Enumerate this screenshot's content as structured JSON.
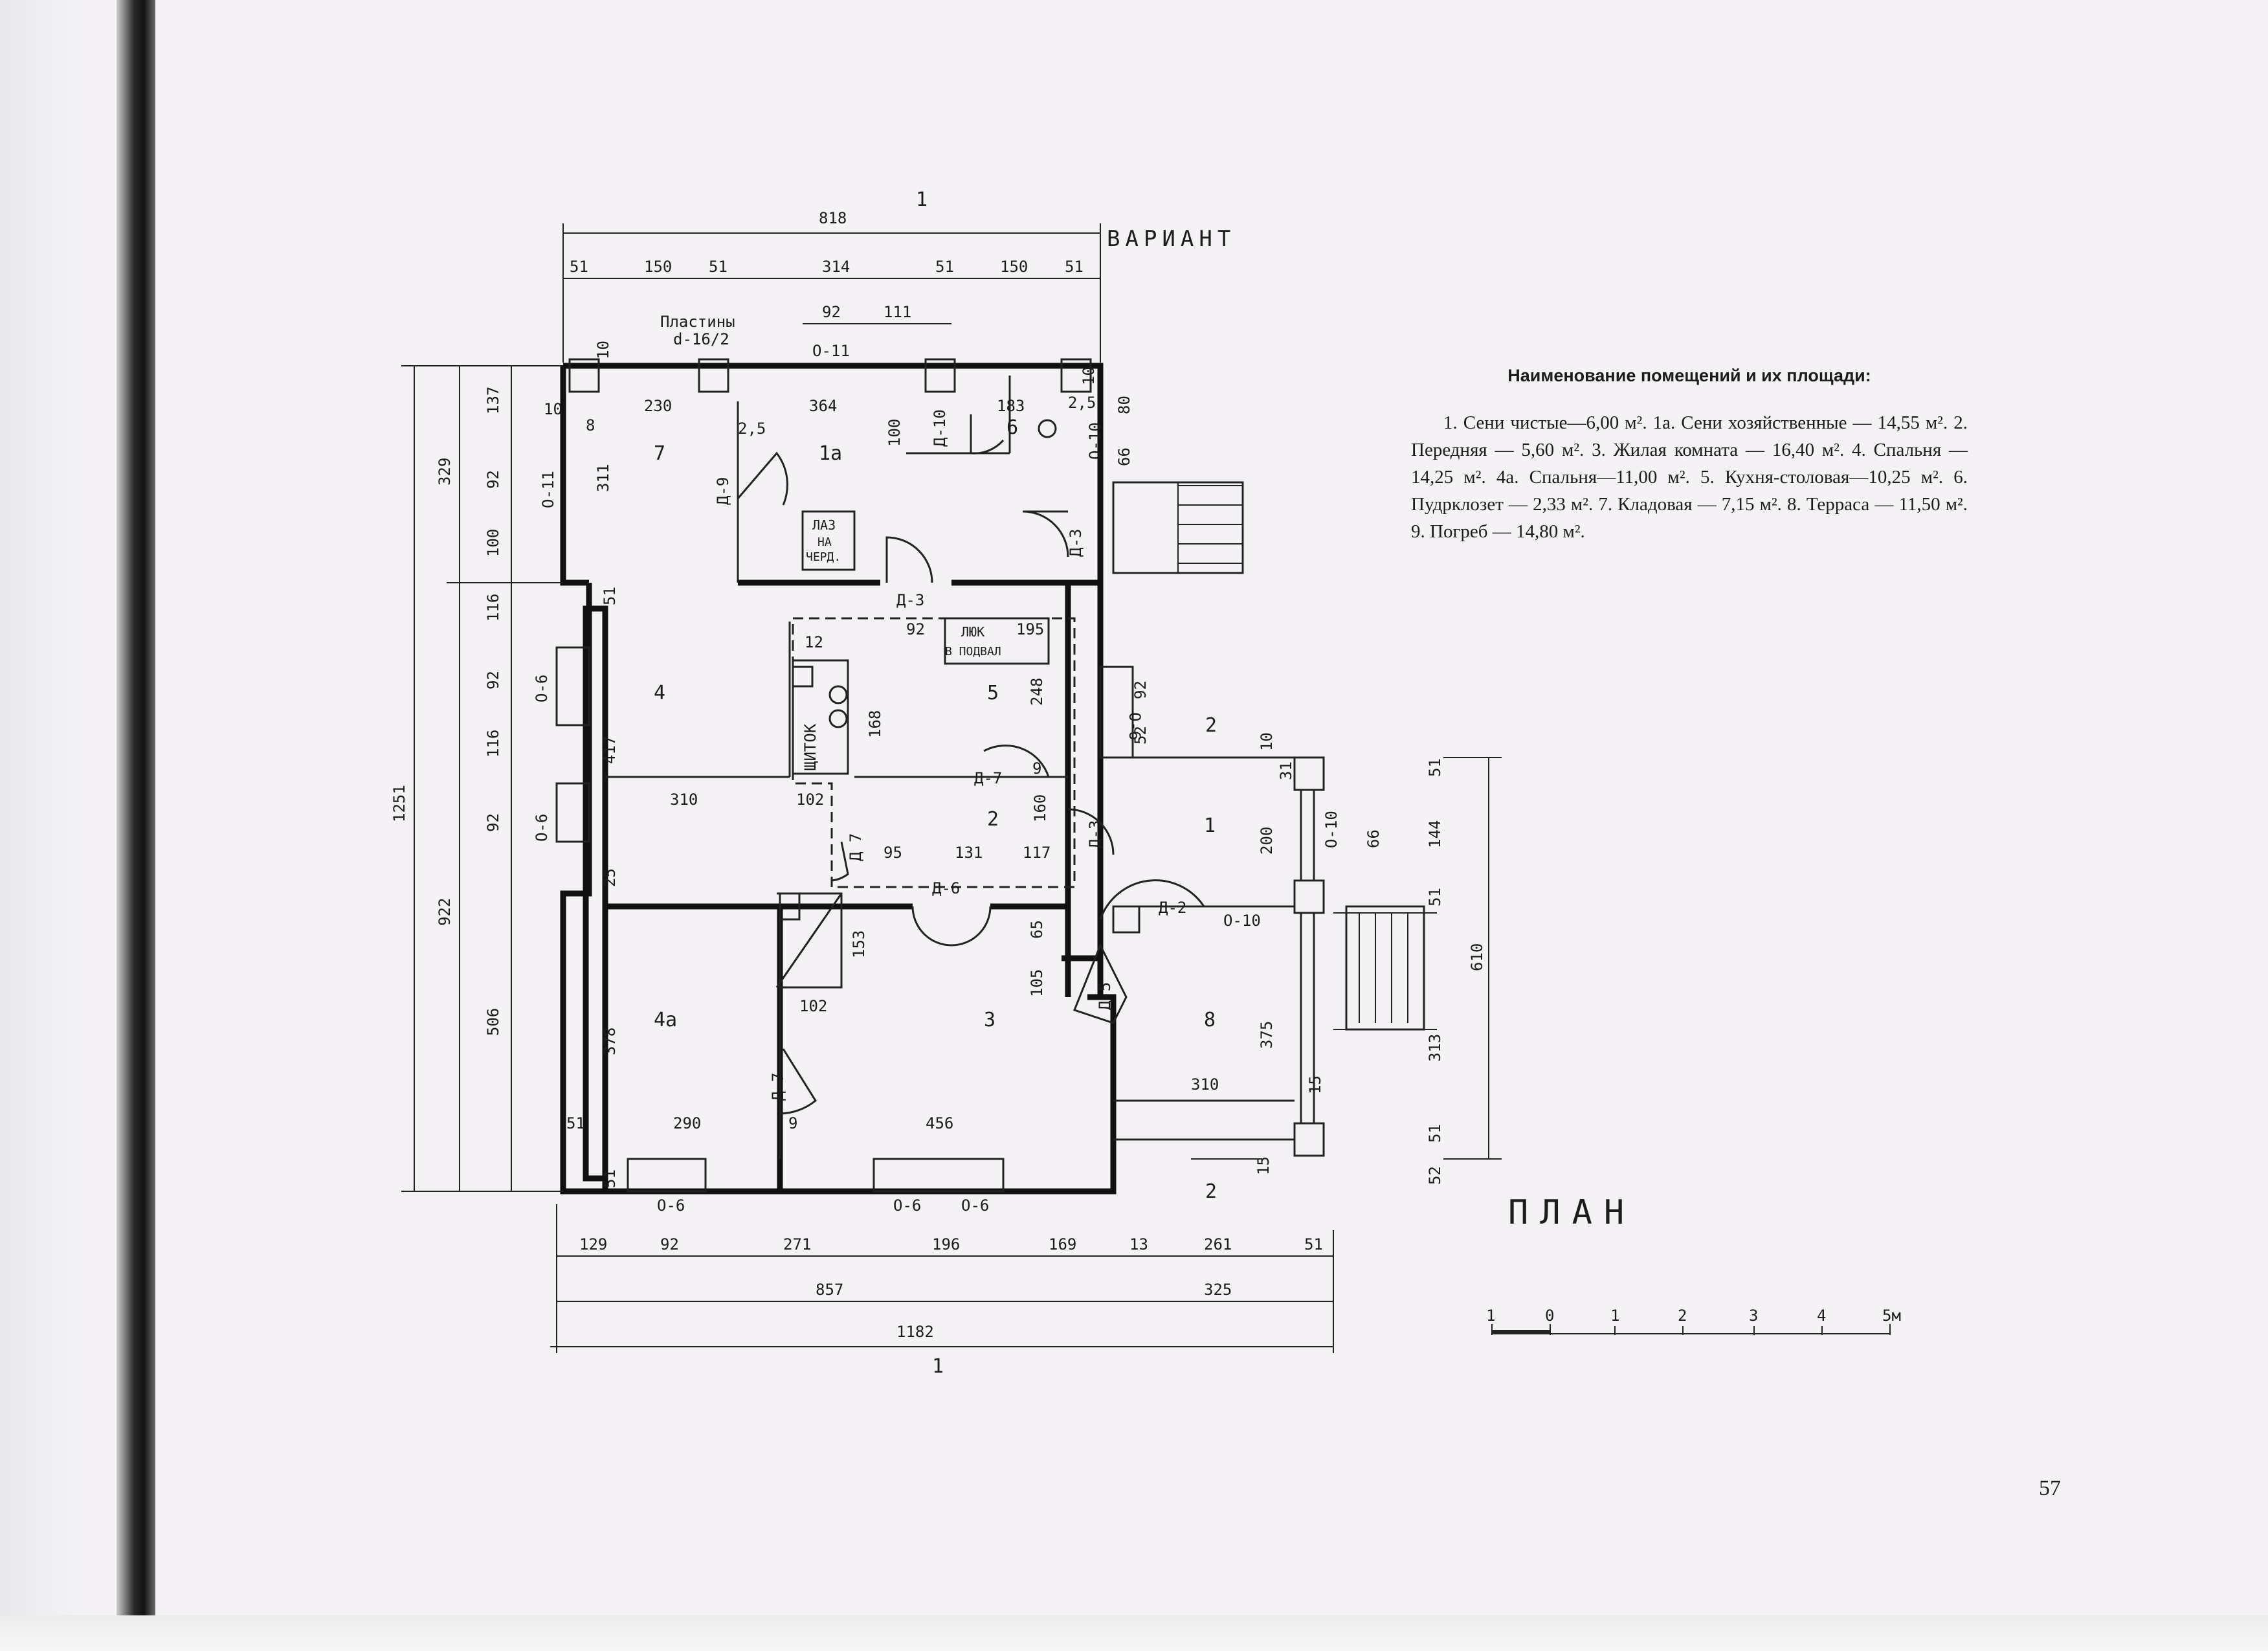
{
  "plan": {
    "variant_label": "ВАРИАНТ",
    "plan_label": "ПЛАН",
    "section_marks": {
      "s1": "1",
      "s2": "2"
    },
    "rooms": [
      {
        "id": "room-1",
        "label": "1"
      },
      {
        "id": "room-1a",
        "label": "1а"
      },
      {
        "id": "room-2",
        "label": "2"
      },
      {
        "id": "room-3",
        "label": "3"
      },
      {
        "id": "room-4",
        "label": "4"
      },
      {
        "id": "room-4a",
        "label": "4а"
      },
      {
        "id": "room-5",
        "label": "5"
      },
      {
        "id": "room-6",
        "label": "6"
      },
      {
        "id": "room-7",
        "label": "7"
      },
      {
        "id": "room-8",
        "label": "8"
      }
    ],
    "doors": [
      "Д-3",
      "Д-3",
      "Д-7",
      "Д-9",
      "Д-10",
      "Д-3",
      "Д-2",
      "Д-6",
      "Д-5",
      "Д-7",
      "Д 7"
    ],
    "windows": [
      "О-11",
      "О-11",
      "О-6",
      "О-6",
      "О-6",
      "О-6",
      "О-6",
      "О-6",
      "О-10",
      "О-10",
      "О-10"
    ],
    "labels": {
      "plates": "Пластины",
      "plates_dim": "d-16/2",
      "attic1": "ЛАЗ",
      "attic2": "НА",
      "attic3": "ЧЕРД.",
      "hatch1": "ЛЮК",
      "hatch2": "В ПОДВАЛ",
      "panel": "ЩИТОК"
    },
    "dims_top": {
      "total": "818",
      "segments": [
        "51",
        "150",
        "51",
        "314",
        "51",
        "150",
        "51"
      ],
      "window_a": "92",
      "window_b": "111"
    },
    "dims_bottom": {
      "segments": [
        "129",
        "92",
        "271",
        "196",
        "169",
        "13",
        "261",
        "51"
      ],
      "sub_a": "857",
      "sub_b": "325",
      "total": "1182"
    },
    "dims_left": {
      "total": "1251",
      "outer": [
        "329",
        "922"
      ],
      "upper": [
        "137",
        "92",
        "100",
        "116",
        "92",
        "116",
        "92"
      ],
      "lower": "506"
    },
    "dims_right": {
      "total": "610",
      "segments": [
        "51",
        "144",
        "51",
        "313",
        "51",
        "52"
      ]
    },
    "dims_inner": [
      "230",
      "364",
      "10",
      "10",
      "8",
      "2,5",
      "311",
      "100",
      "183",
      "80",
      "10",
      "66",
      "51",
      "92",
      "195",
      "12",
      "168",
      "248",
      "417",
      "310",
      "102",
      "9",
      "160",
      "92",
      "52",
      "10",
      "31",
      "200",
      "66",
      "95",
      "131",
      "117",
      "25",
      "153",
      "65",
      "105",
      "102",
      "378",
      "375",
      "310",
      "15",
      "290",
      "456",
      "51",
      "9",
      "51",
      "15",
      "2,5"
    ]
  },
  "legend": {
    "title": "Наименование помещений и их площади:",
    "body": "1. Сени чистые—6,00 м². 1а. Сени хозяйственные — 14,55 м². 2. Передняя — 5,60 м². 3. Жилая комната — 16,40 м². 4. Спальня — 14,25 м². 4а. Спальня—11,00 м². 5. Кухня-столовая—10,25 м². 6. Пудрклозет — 2,33 м². 7. Кладовая — 7,15 м². 8. Терраса — 11,50 м². 9. Погреб — 14,80 м²."
  },
  "scale_bar": {
    "ticks": [
      "1",
      "0",
      "1",
      "2",
      "3",
      "4",
      "5м"
    ]
  },
  "page_number": "57"
}
